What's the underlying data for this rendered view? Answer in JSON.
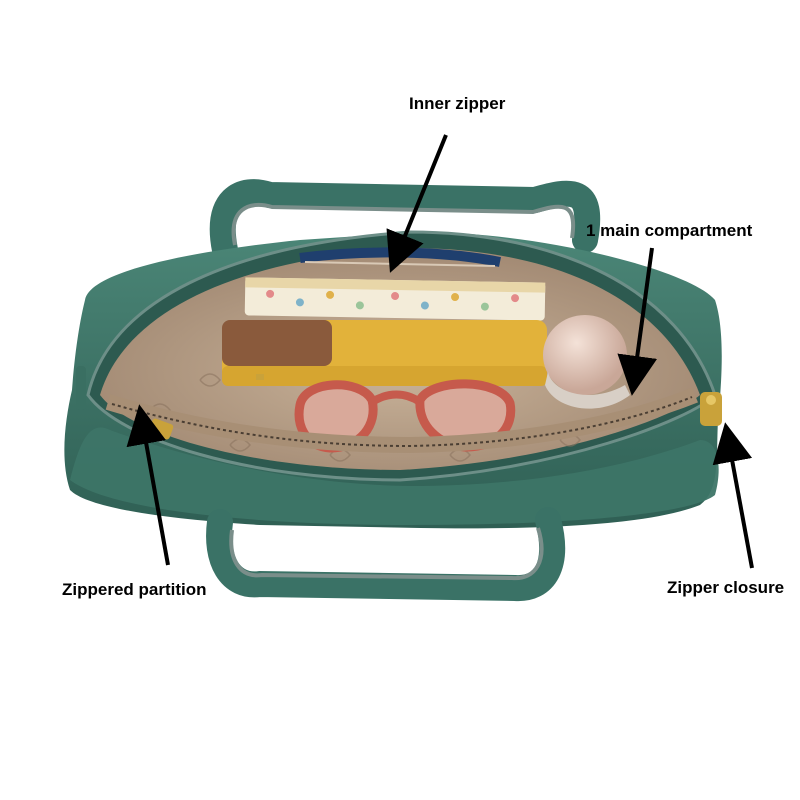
{
  "callouts": {
    "inner_zipper": "Inner zipper",
    "main_compartment": "1 main compartment",
    "zippered_partition": "Zippered partition",
    "zipper_closure": "Zipper closure"
  },
  "colors": {
    "bag_teal": "#3f7a6b",
    "bag_teal_dark": "#2c5a4f",
    "lining_tan": "#b49c82",
    "wallet_yellow": "#e2b23a",
    "wallet_brown": "#8a5a3c",
    "glasses_frame": "#c65a4c",
    "lens_tint": "#d9a99a",
    "zipper_gold": "#c9a23a",
    "arrow": "#000000"
  },
  "icons": {
    "arrow": "arrow-pointer-icon"
  }
}
